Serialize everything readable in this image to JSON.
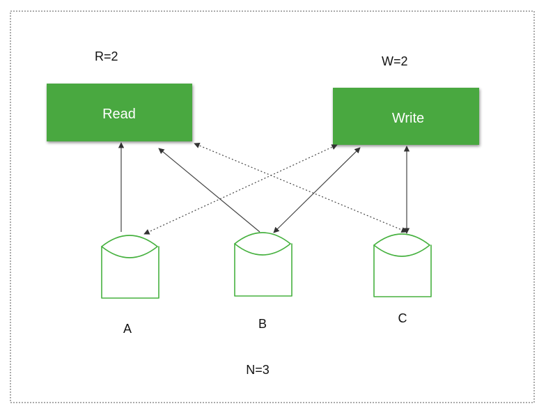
{
  "diagram": {
    "read_box": {
      "label": "Read",
      "param": "R=2"
    },
    "write_box": {
      "label": "Write",
      "param": "W=2"
    },
    "nodes": [
      {
        "label": "A"
      },
      {
        "label": "B"
      },
      {
        "label": "C"
      }
    ],
    "n_label": "N=3"
  },
  "colors": {
    "box_fill": "#4aa83f",
    "node_stroke": "#46b13f",
    "arrow": "#444444",
    "frame": "#555555"
  }
}
